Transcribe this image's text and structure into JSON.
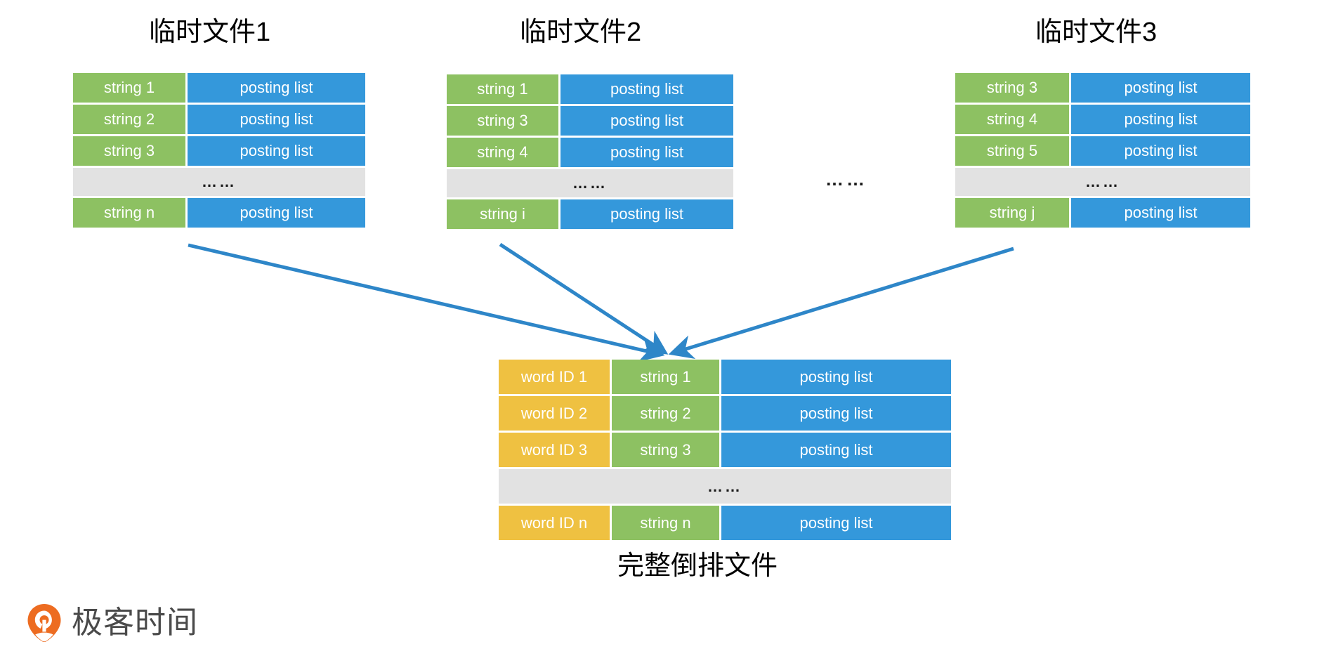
{
  "colors": {
    "green": "#8DC162",
    "blue": "#3498DB",
    "yellow": "#EFC141",
    "ellipsis_gray": "#E2E2E2",
    "arrow": "#2E86C8",
    "logo_orange": "#ED6C21",
    "logo_text": "#4a4a4a"
  },
  "ellipsis_text": "……",
  "gap_ellipsis_text": "……",
  "temp_files": [
    {
      "title": "临时文件1",
      "rows": [
        {
          "type": "pair",
          "key": "string 1",
          "value": "posting list"
        },
        {
          "type": "pair",
          "key": "string 2",
          "value": "posting list"
        },
        {
          "type": "pair",
          "key": "string 3",
          "value": "posting list"
        },
        {
          "type": "ellipsis",
          "text": "……"
        },
        {
          "type": "pair",
          "key": "string n",
          "value": "posting list"
        }
      ]
    },
    {
      "title": "临时文件2",
      "rows": [
        {
          "type": "pair",
          "key": "string 1",
          "value": "posting list"
        },
        {
          "type": "pair",
          "key": "string 3",
          "value": "posting list"
        },
        {
          "type": "pair",
          "key": "string 4",
          "value": "posting list"
        },
        {
          "type": "ellipsis",
          "text": "……"
        },
        {
          "type": "pair",
          "key": "string i",
          "value": "posting list"
        }
      ]
    },
    {
      "title": "临时文件3",
      "rows": [
        {
          "type": "pair",
          "key": "string 3",
          "value": "posting list"
        },
        {
          "type": "pair",
          "key": "string 4",
          "value": "posting list"
        },
        {
          "type": "pair",
          "key": "string 5",
          "value": "posting list"
        },
        {
          "type": "ellipsis",
          "text": "……"
        },
        {
          "type": "pair",
          "key": "string j",
          "value": "posting list"
        }
      ]
    }
  ],
  "merged_file": {
    "caption": "完整倒排文件",
    "rows": [
      {
        "type": "triple",
        "id": "word ID 1",
        "key": "string 1",
        "value": "posting list"
      },
      {
        "type": "triple",
        "id": "word ID 2",
        "key": "string 2",
        "value": "posting list"
      },
      {
        "type": "triple",
        "id": "word ID 3",
        "key": "string 3",
        "value": "posting list"
      },
      {
        "type": "ellipsis",
        "text": "……"
      },
      {
        "type": "triple",
        "id": "word ID n",
        "key": "string n",
        "value": "posting list"
      }
    ]
  },
  "logo": {
    "text": "极客时间",
    "icon": "geektime-pin-icon"
  }
}
